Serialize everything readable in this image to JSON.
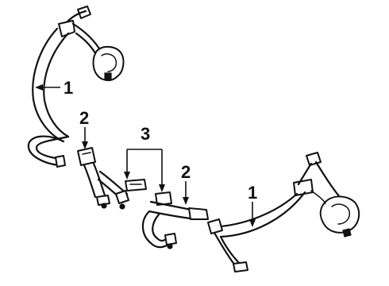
{
  "callouts": {
    "upper_left_belt": "1",
    "left_buckle": "2",
    "center_buckles": "3",
    "right_buckle": "2",
    "lower_right_belt": "1"
  }
}
